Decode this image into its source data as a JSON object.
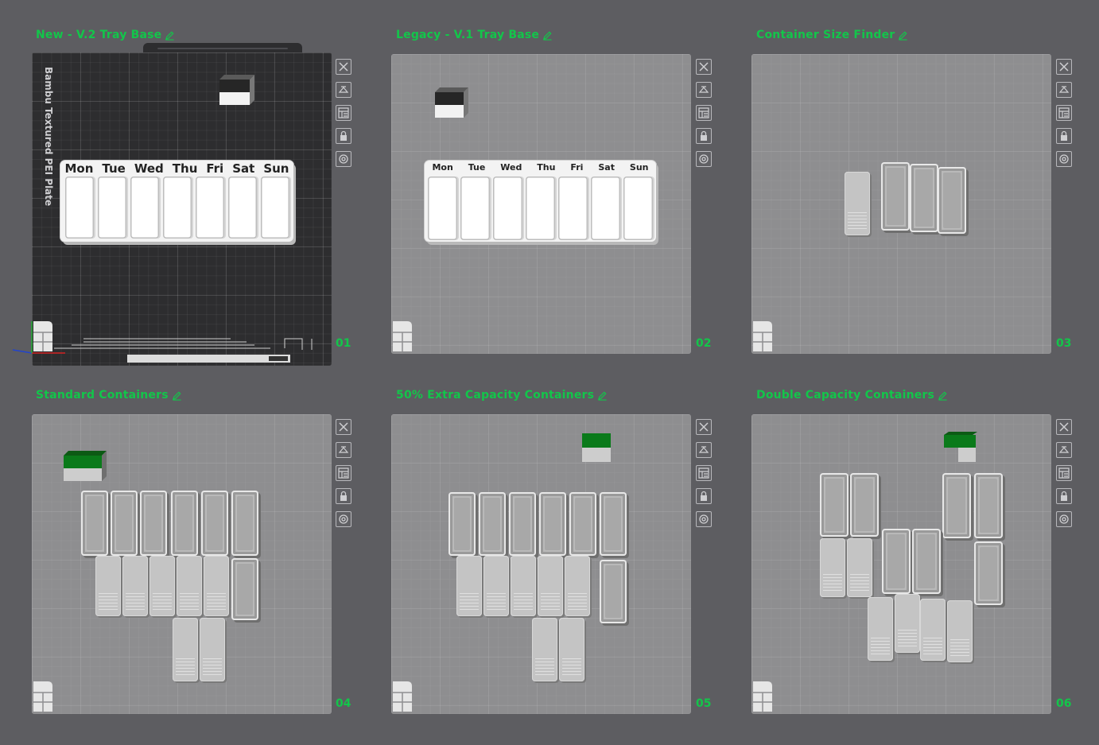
{
  "plates": [
    {
      "title": "New - V.2 Tray Base",
      "number": "01"
    },
    {
      "title": "Legacy - V.1 Tray Base",
      "number": "02"
    },
    {
      "title": "Container Size Finder",
      "number": "03"
    },
    {
      "title": "Standard Containers",
      "number": "04"
    },
    {
      "title": "50% Extra Capacity Containers",
      "number": "05"
    },
    {
      "title": "Double Capacity Containers",
      "number": "06"
    }
  ],
  "plate1": {
    "plate_label": "Bambu Textured PEI Plate",
    "days": [
      "Mon",
      "Tue",
      "Wed",
      "Thu",
      "Fri",
      "Sat",
      "Sun"
    ]
  },
  "plate2": {
    "days": [
      "Mon",
      "Tue",
      "Wed",
      "Thu",
      "Fri",
      "Sat",
      "Sun"
    ]
  },
  "tool_icons": [
    "close-icon",
    "auto-orient-icon",
    "arrange-icon",
    "lock-icon",
    "settings-icon"
  ],
  "colors": {
    "accent": "#12c64a",
    "background": "#5d5d61",
    "plate_grey": "#8e8e90",
    "plate_dark": "#2d2d2f"
  }
}
